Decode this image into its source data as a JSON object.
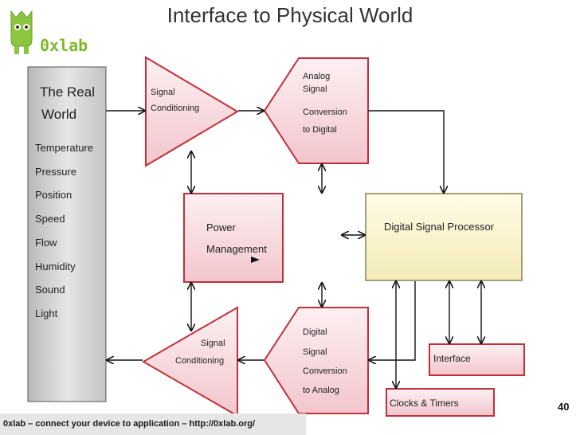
{
  "title": "Interface to Physical World",
  "logo": {
    "text": "0xlab",
    "color": "#7fb82a"
  },
  "real_world": {
    "heading_line1": "The Real",
    "heading_line2": "World",
    "items": [
      "Temperature",
      "Pressure",
      "Position",
      "Speed",
      "Flow",
      "Humidity",
      "Sound",
      "Light"
    ]
  },
  "blocks": {
    "signal_cond_top": {
      "line1": "Signal",
      "line2": "Conditioning"
    },
    "adc": {
      "line1": "Analog",
      "line2": "Signal",
      "line3": "Conversion",
      "line4": "to Digital"
    },
    "power": {
      "line1": "Power",
      "line2": "Management"
    },
    "dsp": {
      "label": "Digital Signal Processor"
    },
    "signal_cond_bottom": {
      "line1": "Signal",
      "line2": "Conditioning"
    },
    "dac": {
      "line1": "Digital",
      "line2": "Signal",
      "line3": "Conversion",
      "line4": "to Analog"
    },
    "interface": {
      "label": "Interface"
    },
    "clocks": {
      "label": "Clocks & Timers"
    }
  },
  "colors": {
    "pink_fill": "#f7d8dc",
    "red_stroke": "#c0303a",
    "yellow_fill": "#fbf5cf",
    "dsp_stroke": "#a5a07a"
  },
  "footer": "0xlab – connect your device to application – http://0xlab.org/",
  "page_number": "40"
}
